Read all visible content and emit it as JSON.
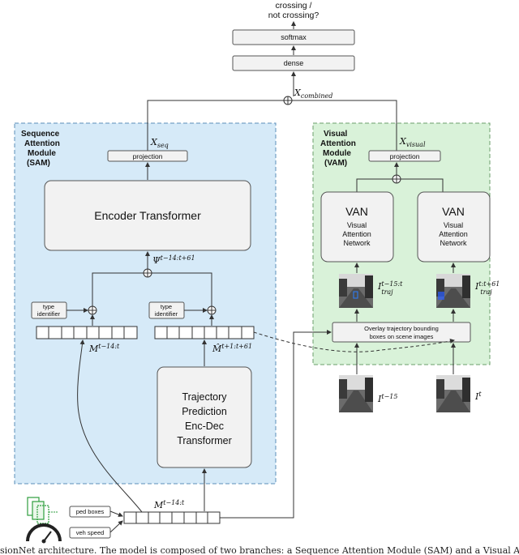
{
  "output": {
    "label_line1": "crossing /",
    "label_line2": "not crossing?"
  },
  "layers": {
    "softmax": "softmax",
    "dense": "dense"
  },
  "symbols": {
    "x_combined": "X",
    "x_combined_sub": "combined",
    "x_seq": "X",
    "x_seq_sub": "seq",
    "x_visual": "X",
    "x_visual_sub": "visual",
    "psi": "Ψ",
    "psi_sup": "t−14:t+61",
    "m_hist": "M",
    "m_hist_sup": "t−14:t",
    "m_pred": "M̂",
    "m_pred_sup": "t+1:t+61",
    "m_input": "M",
    "m_input_sup": "t−14:t",
    "i_traj1": "I",
    "i_traj1_sup": "t−15:t",
    "i_traj1_sub": "traj",
    "i_traj2": "I",
    "i_traj2_sup": "t:t+61",
    "i_traj2_sub": "traj",
    "i_prev": "I",
    "i_prev_sup": "t−15",
    "i_curr": "I",
    "i_curr_sup": "t"
  },
  "sam": {
    "title_line1": "Sequence",
    "title_line2": "Attention",
    "title_line3": "Module",
    "title_line4": "(SAM)",
    "projection": "projection",
    "encoder": "Encoder Transformer",
    "type_id_line1": "type",
    "type_id_line2": "identifier",
    "traj_line1": "Trajectory",
    "traj_line2": "Prediction",
    "traj_line3": "Enc-Dec",
    "traj_line4": "Transformer"
  },
  "vam": {
    "title_line1": "Visual",
    "title_line2": "Attention",
    "title_line3": "Module",
    "title_line4": "(VAM)",
    "projection": "projection",
    "van_title": "VAN",
    "van_line1": "Visual",
    "van_line2": "Attention",
    "van_line3": "Network",
    "overlay_line1": "Overlay trajectory bounding",
    "overlay_line2": "boxes on scene images"
  },
  "inputs": {
    "ped_boxes": "ped boxes",
    "veh_speed": "veh speed"
  },
  "caption": "sionNet architecture. The model is composed of two branches: a Sequence Attention Module (SAM) and a Visual Attention N",
  "colors": {
    "sam_fill": "#d6eaf8",
    "vam_fill": "#d9f2d9",
    "border": "#555555",
    "box_fill": "#f2f2f2"
  }
}
